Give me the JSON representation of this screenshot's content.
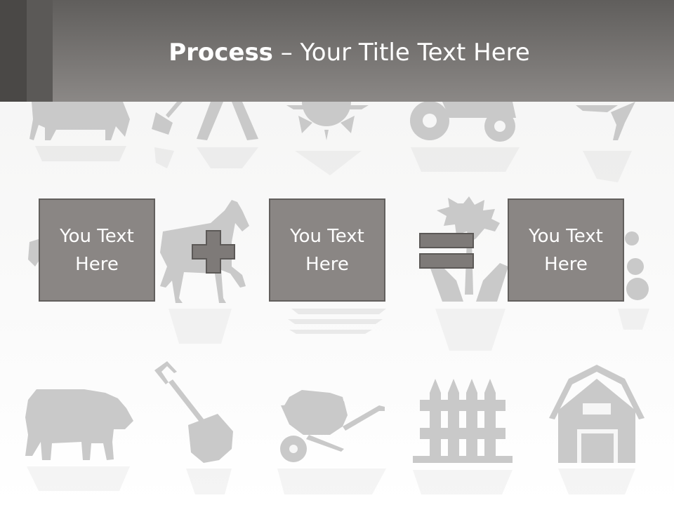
{
  "title": {
    "bold": "Process",
    "rest": " – Your Title Text Here"
  },
  "boxes": [
    {
      "line1": "You Text",
      "line2": "Here"
    },
    {
      "line1": "You Text",
      "line2": "Here"
    },
    {
      "line1": "You Text",
      "line2": "Here"
    }
  ],
  "operators": [
    "plus",
    "equals"
  ],
  "background_icons": [
    "cow-icon",
    "pitchfork-icon",
    "farmer-icon",
    "sun-icon",
    "tractor-icon",
    "wheat-icon",
    "horse-icon",
    "tree-in-hands-icon",
    "fruit-icon",
    "pig-icon",
    "shovel-icon",
    "wheelbarrow-icon",
    "fence-icon",
    "barn-icon"
  ],
  "colors": {
    "header": "#7a7775",
    "box": "#8a8684",
    "box_border": "#625f5d",
    "operator": "#7e7a78",
    "icons": "#c6c6c6"
  }
}
